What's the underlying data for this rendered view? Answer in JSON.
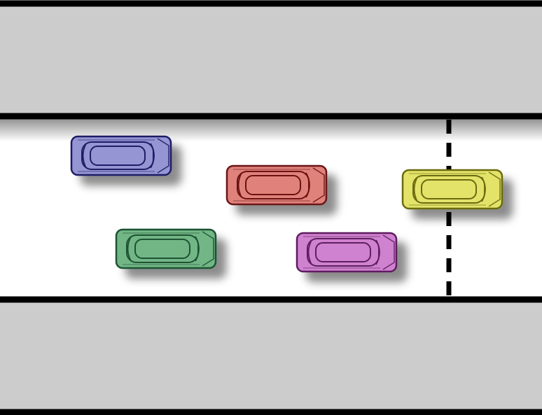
{
  "scene": {
    "colors": {
      "sidewalk": "#cccccc",
      "road": "#ffffff",
      "line": "#000000"
    },
    "cars": [
      {
        "name": "blue",
        "fill": "#9595d4",
        "stroke": "#1d1d66"
      },
      {
        "name": "red",
        "fill": "#e0827b",
        "stroke": "#6b1212"
      },
      {
        "name": "yellow",
        "fill": "#e3e36a",
        "stroke": "#6a6a10"
      },
      {
        "name": "green",
        "fill": "#72b686",
        "stroke": "#1d5232"
      },
      {
        "name": "purple",
        "fill": "#cf82cf",
        "stroke": "#5f1f5f"
      }
    ]
  }
}
